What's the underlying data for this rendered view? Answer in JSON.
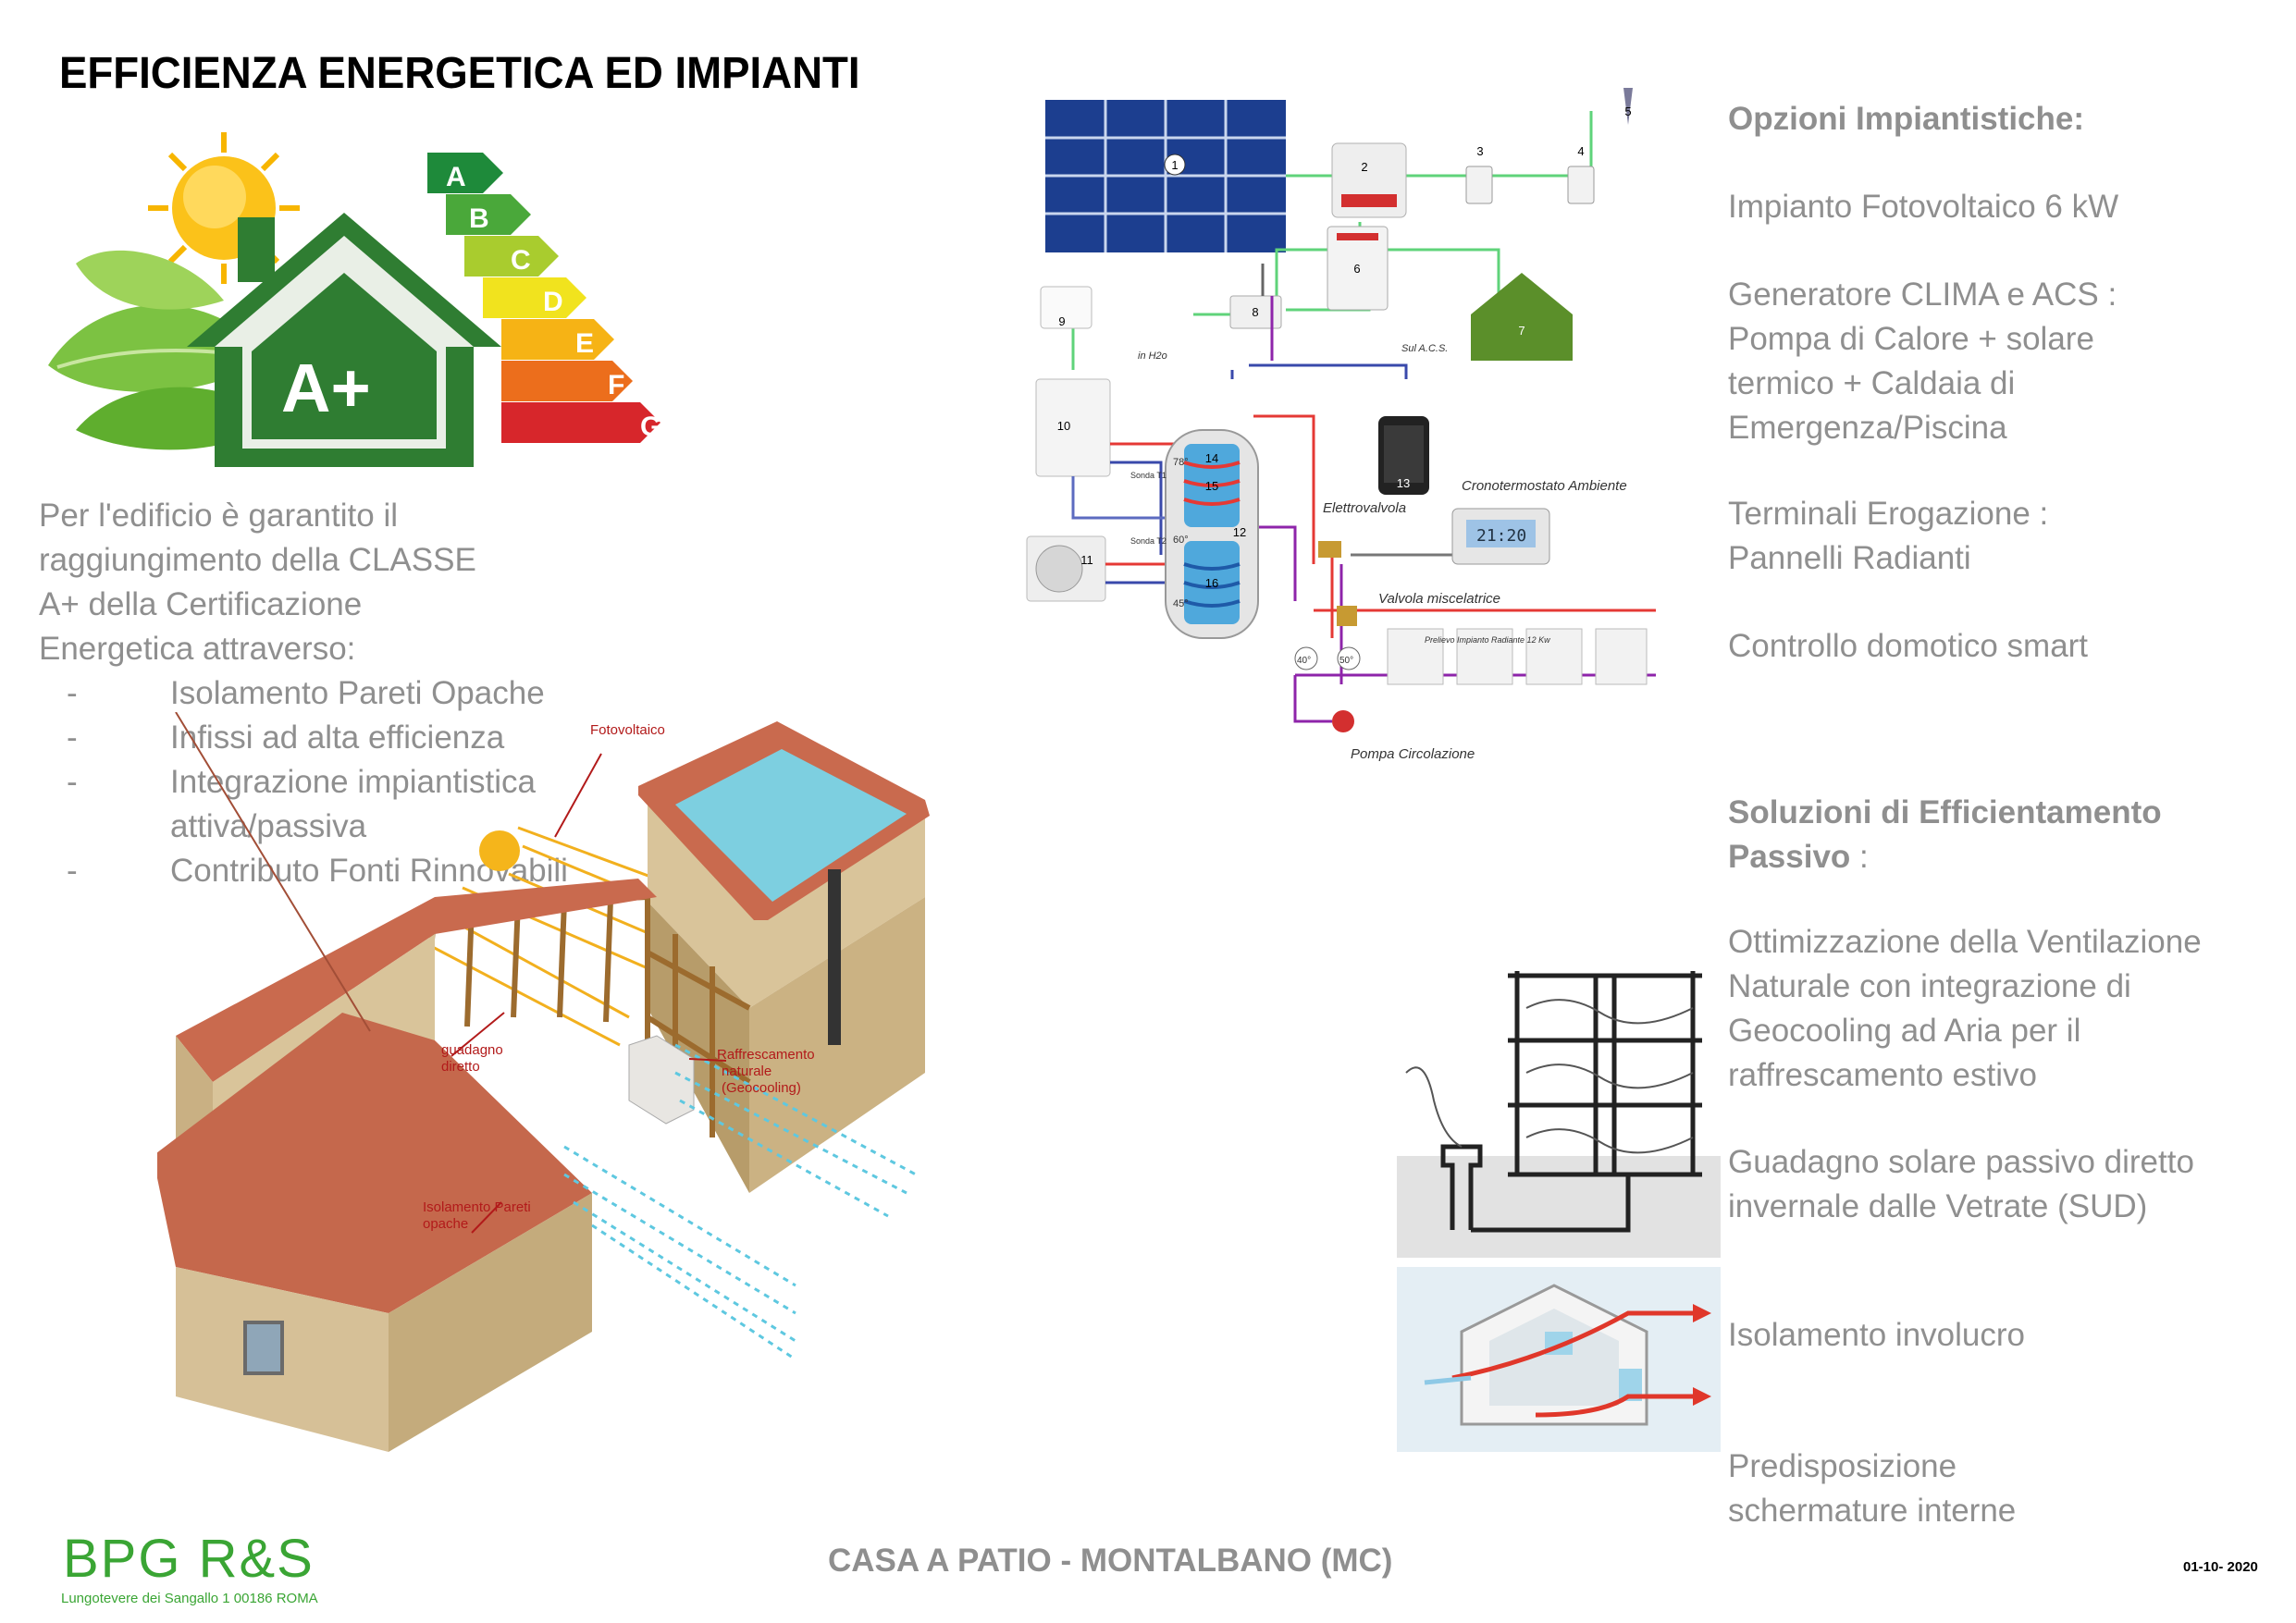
{
  "page": {
    "title": "EFFICIENZA ENERGETICA ED IMPIANTI",
    "footer_title": "CASA A PATIO - MONTALBANO (MC)",
    "date": "01-10- 2020",
    "logo": "BPG R&S",
    "address": "Lungotevere dei Sangallo 1 00186 ROMA"
  },
  "energy_label": {
    "class": "A+",
    "grades": [
      "A",
      "B",
      "C",
      "D",
      "E",
      "F",
      "G"
    ]
  },
  "intro": {
    "lines": [
      "Per l'edificio è garantito il",
      "raggiungimento della CLASSE",
      "A+ della Certificazione",
      "Energetica attraverso:"
    ],
    "bullets": [
      {
        "dash": "-",
        "text": "Isolamento Pareti Opache"
      },
      {
        "dash": "-",
        "text": "Infissi ad alta efficienza"
      },
      {
        "dash": "-",
        "text": "Integrazione impiantistica attiva/passiva"
      },
      {
        "dash": "-",
        "text": "Contributo Fonti Rinnovabili"
      }
    ]
  },
  "house_labels": {
    "pv": "Fotovoltaico",
    "gain1": "guadagno",
    "gain2": "diretto",
    "cool1": "Raffrescamento",
    "cool2": "naturale",
    "cool3": "(Geocooling)",
    "ins1": "Isolamento Pareti",
    "ins2": "opache"
  },
  "schema_labels": {
    "in_h2o": "in H2o",
    "out_acs": "Sul A.C.S.",
    "elettrovalvola": "Elettrovalvola",
    "crono": "Cronotermostato Ambiente",
    "valvola": "Valvola miscelatrice",
    "prelievo": "Prelievo Impianto Radiante 12 Kw",
    "pompa": "Pompa Circolazione",
    "sonda1": "Sonda T1",
    "sonda2": "Sonda T2",
    "t78": "78°",
    "t60": "60°",
    "t45": "45°",
    "t40": "40°",
    "t50": "50°",
    "lcd": "21:20",
    "numbers": [
      "1",
      "2",
      "3",
      "4",
      "5",
      "6",
      "7",
      "8",
      "9",
      "10",
      "11",
      "12",
      "13",
      "14",
      "15",
      "16"
    ]
  },
  "right_col": {
    "head1": "Opzioni Impiantistiche:",
    "r1": "Impianto Fotovoltaico 6 kW",
    "r2a": "Generatore CLIMA e ACS :",
    "r2b": "Pompa di Calore  + solare",
    "r2c": "termico + Caldaia di",
    "r2d": "Emergenza/Piscina",
    "r3a": "Terminali Erogazione :",
    "r3b": "Pannelli Radianti",
    "r4": "Controllo domotico smart",
    "head2a": "Soluzioni di Efficientamento",
    "head2b": "Passivo",
    "head2c": " :",
    "p1a": "Ottimizzazione della Ventilazione",
    "p1b": "Naturale con integrazione di",
    "p1c": "Geocooling ad Aria per il",
    "p1d": "raffrescamento estivo",
    "p2a": "Guadagno solare passivo diretto",
    "p2b": "invernale dalle Vetrate (SUD)",
    "p3": "Isolamento involucro",
    "p4a": "Predisposizione",
    "p4b": "schermature interne"
  }
}
